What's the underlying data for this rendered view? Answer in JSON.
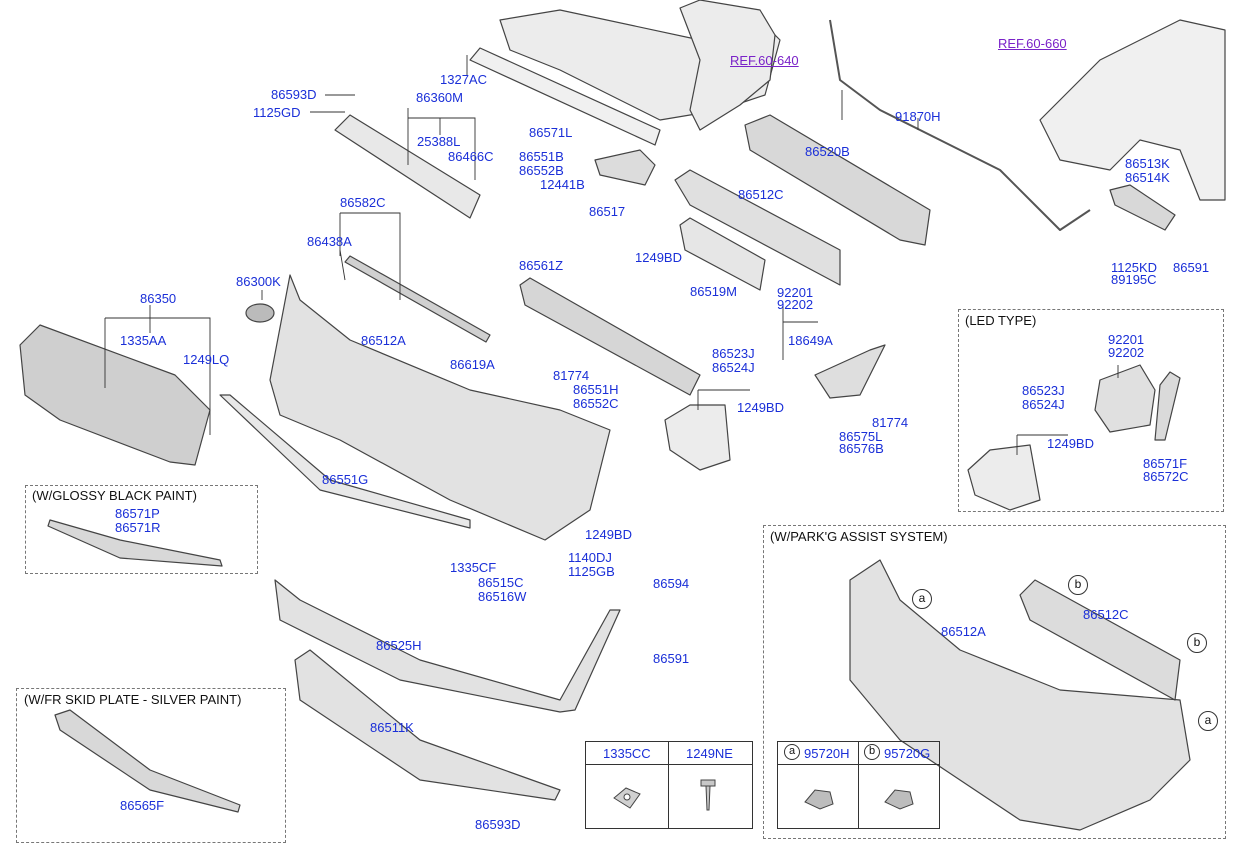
{
  "diagram": {
    "refs": {
      "ref_a": "REF.60-640",
      "ref_b": "REF.60-660"
    },
    "labels": {
      "p1327ac": "1327AC",
      "p86593d_top": "86593D",
      "p1125gd": "1125GD",
      "p86360m": "86360M",
      "p25388l": "25388L",
      "p86466c": "86466C",
      "p86571l": "86571L",
      "p86551b": "86551B",
      "p86552b": "86552B",
      "p12441b": "12441B",
      "p86517": "86517",
      "p91870h": "91870H",
      "p86520b": "86520B",
      "p86512c": "86512C",
      "p86513k": "86513K",
      "p86514k": "86514K",
      "p1125kd": "1125KD",
      "p89195c": "89195C",
      "p86591_top": "86591",
      "p86582c": "86582C",
      "p86438a": "86438A",
      "p86300k": "86300K",
      "p86350": "86350",
      "p1335aa": "1335AA",
      "p1249lq": "1249LQ",
      "p86512a": "86512A",
      "p86619a": "86619A",
      "p86561z": "86561Z",
      "p1249bd_a": "1249BD",
      "p86519m": "86519M",
      "p92201": "92201",
      "p92202": "92202",
      "p18649a": "18649A",
      "p81774_a": "81774",
      "p86551h": "86551H",
      "p86552c": "86552C",
      "p86523j": "86523J",
      "p86524j": "86524J",
      "p1249bd_b": "1249BD",
      "p81774_b": "81774",
      "p86575l": "86575L",
      "p86576b": "86576B",
      "p86551g": "86551G",
      "p1249bd_c": "1249BD",
      "p86571p": "86571P",
      "p86571r": "86571R",
      "p1335cf": "1335CF",
      "p86515c": "86515C",
      "p86516w": "86516W",
      "p1140dj": "1140DJ",
      "p1125gb": "1125GB",
      "p86594": "86594",
      "p86591_mid": "86591",
      "p86525h": "86525H",
      "p86511k": "86511K",
      "p86565f": "86565F",
      "p86593d_bot": "86593D",
      "led_92201": "92201",
      "led_92202": "92202",
      "led_86523j": "86523J",
      "led_86524j": "86524J",
      "led_1249bd": "1249BD",
      "led_86571f": "86571F",
      "led_86572c": "86572C",
      "pa_86512a": "86512A",
      "pa_86512c": "86512C"
    },
    "captions": {
      "glossy": "(W/GLOSSY BLACK PAINT)",
      "led": "(LED TYPE)",
      "parking": "(W/PARK'G ASSIST SYSTEM)",
      "skid": "(W/FR SKID PLATE - SILVER PAINT)"
    },
    "bubbles": {
      "a": "a",
      "b": "b"
    },
    "table": {
      "col1": "1335CC",
      "col2": "1249NE",
      "sensor_a_letter": "a",
      "sensor_a": "95720H",
      "sensor_b_letter": "b",
      "sensor_b": "95720G"
    },
    "colors": {
      "part_number": "#1a2fd8",
      "reference": "#7a22c8",
      "part_fill": "#e2e2e2",
      "part_stroke": "#444444"
    }
  }
}
